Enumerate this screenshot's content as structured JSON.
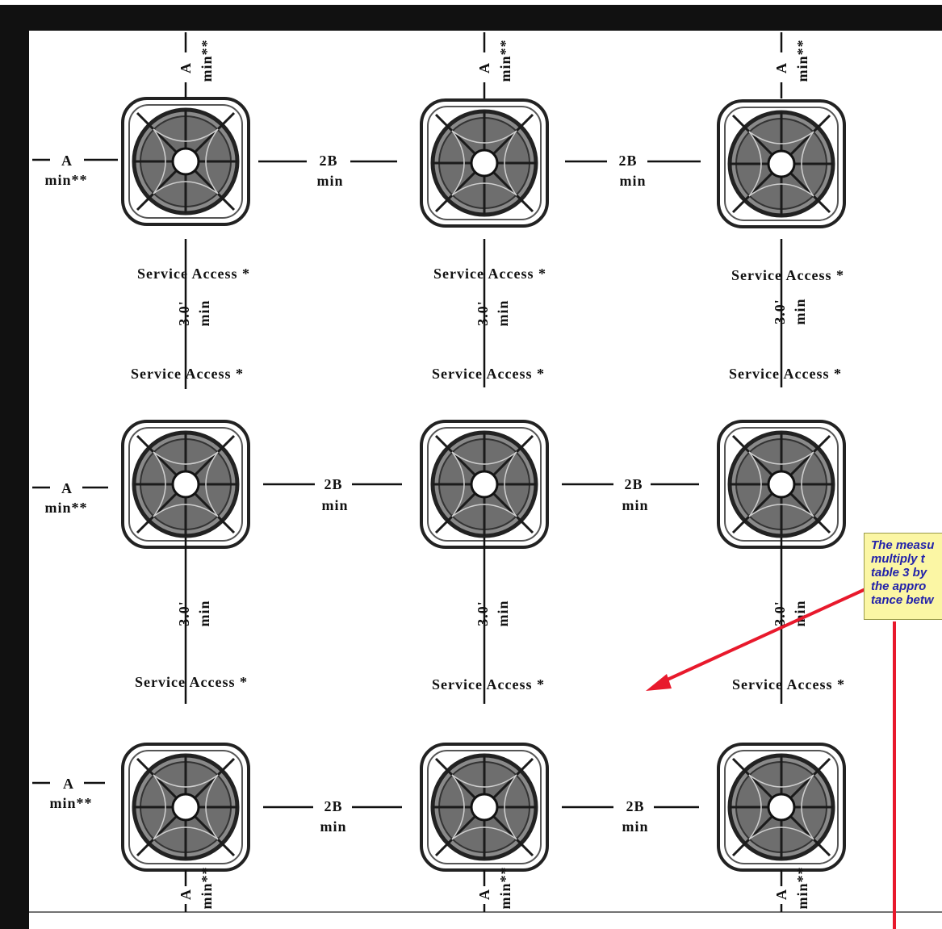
{
  "labels": {
    "a": "A",
    "a_min": "min**",
    "two_b": "2B",
    "min": "min",
    "service_access": "Service Access *",
    "three_feet": "3.0'"
  },
  "note": {
    "lines": [
      "The measu",
      "multiply t",
      "table 3 by",
      "the appro",
      "tance betw"
    ]
  },
  "colors": {
    "frame": "#111111",
    "note_bg": "#fbf6a4",
    "note_text": "#2222aa",
    "arrow": "#e8192c"
  },
  "grid": {
    "rows": 3,
    "columns": 3,
    "fan_units": 9
  }
}
